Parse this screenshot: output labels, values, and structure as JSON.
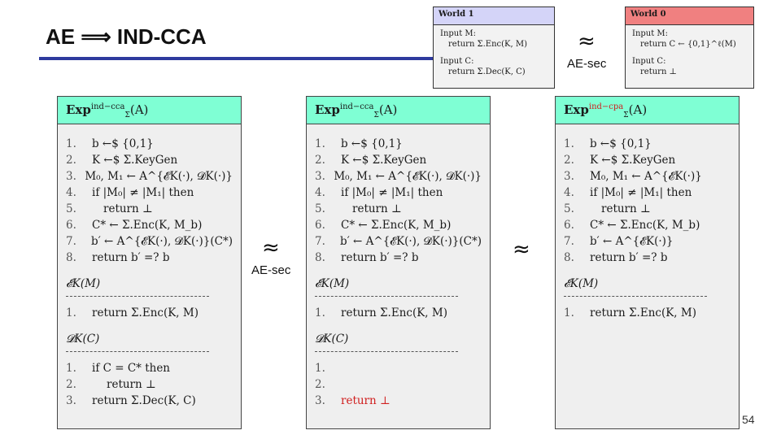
{
  "title": "AE ⟹ IND-CCA",
  "world1": {
    "header": "World 1",
    "lines": [
      "Input M:",
      "return Σ.Enc(K, M)",
      "Input C:",
      "return Σ.Dec(K, C)"
    ]
  },
  "world0": {
    "header": "World 0",
    "lines": [
      "Input M:",
      "return C ← {0,1}^ℓ(M)",
      "Input C:",
      "return ⊥"
    ]
  },
  "approx_symbol": "≈",
  "approx_label": "AE-sec",
  "experiments": [
    {
      "head_main": "Exp",
      "head_sup": "ind−cca",
      "head_sub": "Σ",
      "head_arg": "(A)",
      "steps": [
        {
          "n": "1.",
          "t": "b ←$ {0,1}"
        },
        {
          "n": "2.",
          "t": "K ←$ Σ.KeyGen"
        },
        {
          "n": "3.",
          "t": "M₀, M₁ ← A^{𝓔K(·), 𝓓K(·)}"
        },
        {
          "n": "4.",
          "t": "if |M₀| ≠ |M₁| then"
        },
        {
          "n": "5.",
          "t": "return ⊥"
        },
        {
          "n": "6.",
          "t": "C* ← Σ.Enc(K, M_b)"
        },
        {
          "n": "7.",
          "t": "b′ ← A^{𝓔K(·), 𝓓K(·)}(C*)"
        },
        {
          "n": "8.",
          "t": "return b′ =? b"
        }
      ],
      "enc_title": "𝓔K(M)",
      "enc_lines": [
        {
          "n": "1.",
          "t": "return Σ.Enc(K, M)"
        }
      ],
      "dec_title": "𝓓K(C)",
      "dec_lines": [
        {
          "n": "1.",
          "t": "if C = C* then"
        },
        {
          "n": "2.",
          "t": "return ⊥"
        },
        {
          "n": "3.",
          "t": "return Σ.Dec(K, C)"
        }
      ]
    },
    {
      "head_main": "Exp",
      "head_sup": "ind−cca",
      "head_sub": "Σ",
      "head_arg": "(A)",
      "steps": [
        {
          "n": "1.",
          "t": "b ←$ {0,1}"
        },
        {
          "n": "2.",
          "t": "K ←$ Σ.KeyGen"
        },
        {
          "n": "3.",
          "t": "M₀, M₁ ← A^{𝓔K(·), 𝓓K(·)}"
        },
        {
          "n": "4.",
          "t": "if |M₀| ≠ |M₁| then"
        },
        {
          "n": "5.",
          "t": "return ⊥"
        },
        {
          "n": "6.",
          "t": "C* ← Σ.Enc(K, M_b)"
        },
        {
          "n": "7.",
          "t": "b′ ← A^{𝓔K(·), 𝓓K(·)}(C*)"
        },
        {
          "n": "8.",
          "t": "return b′ =? b"
        }
      ],
      "enc_title": "𝓔K(M)",
      "enc_lines": [
        {
          "n": "1.",
          "t": "return Σ.Enc(K, M)"
        }
      ],
      "dec_title": "𝓓K(C)",
      "dec_lines": [
        {
          "n": "1.",
          "t": ""
        },
        {
          "n": "2.",
          "t": ""
        },
        {
          "n": "3.",
          "t": "return ⊥"
        }
      ]
    },
    {
      "head_main": "Exp",
      "head_sup": "ind−cpa",
      "head_sub": "Σ",
      "head_arg": "(A)",
      "steps": [
        {
          "n": "1.",
          "t": "b ←$ {0,1}"
        },
        {
          "n": "2.",
          "t": "K ←$ Σ.KeyGen"
        },
        {
          "n": "3.",
          "t": "M₀, M₁ ← A^{𝓔K(·)}"
        },
        {
          "n": "4.",
          "t": "if |M₀| ≠ |M₁| then"
        },
        {
          "n": "5.",
          "t": "return ⊥"
        },
        {
          "n": "6.",
          "t": "C* ← Σ.Enc(K, M_b)"
        },
        {
          "n": "7.",
          "t": "b′ ← A^{𝓔K(·)}"
        },
        {
          "n": "8.",
          "t": "return b′ =? b"
        }
      ],
      "enc_title": "𝓔K(M)",
      "enc_lines": [
        {
          "n": "1.",
          "t": "return Σ.Enc(K, M)"
        }
      ]
    }
  ],
  "page_number": "54"
}
